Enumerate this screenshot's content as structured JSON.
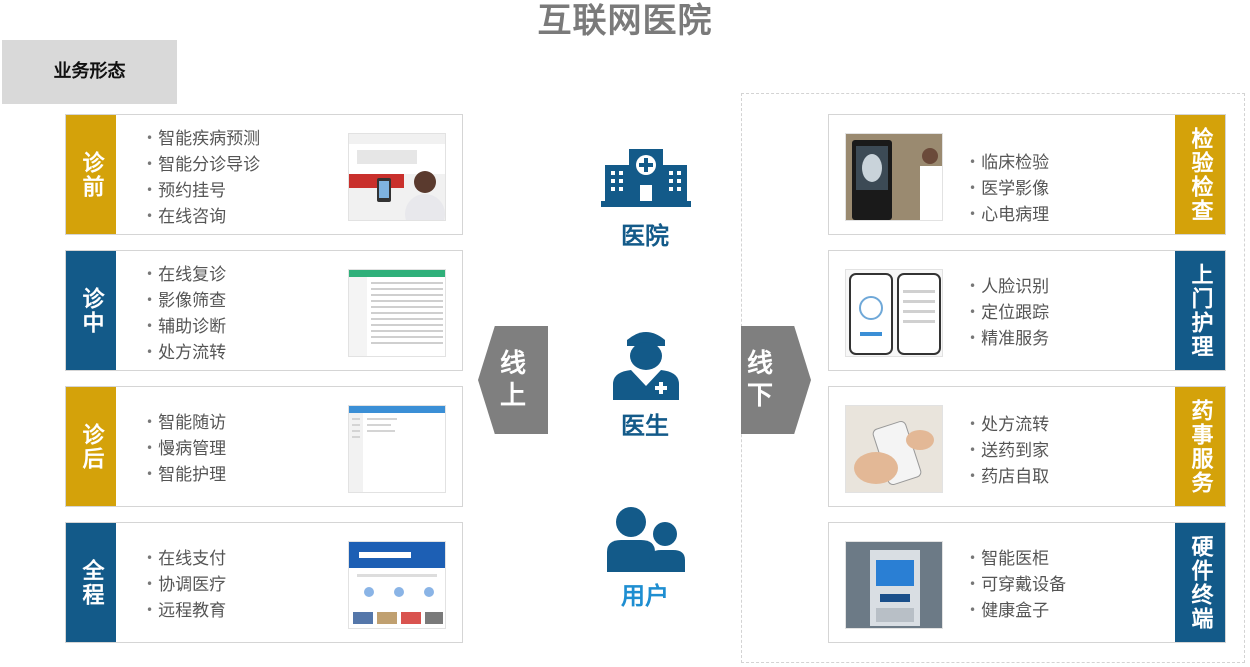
{
  "title": "互联网医院",
  "section_tag": "业务形态",
  "colors": {
    "gold": "#d4a20a",
    "navy": "#135a89",
    "light_blue": "#1e8ed1",
    "chevron_gray": "#7f7f7f"
  },
  "left_cards": [
    {
      "label": "诊前",
      "items": [
        "智能疾病预测",
        "智能分诊导诊",
        "预约挂号",
        "在线咨询"
      ]
    },
    {
      "label": "诊中",
      "items": [
        "在线复诊",
        "影像筛查",
        "辅助诊断",
        "处方流转"
      ]
    },
    {
      "label": "诊后",
      "items": [
        "智能随访",
        "慢病管理",
        "智能护理"
      ]
    },
    {
      "label": "全程",
      "items": [
        "在线支付",
        "协调医疗",
        "远程教育"
      ]
    }
  ],
  "right_cards": [
    {
      "label": "检验检查",
      "items": [
        "临床检验",
        "医学影像",
        "心电病理"
      ]
    },
    {
      "label": "上门护理",
      "items": [
        "人脸识别",
        "定位跟踪",
        "精准服务"
      ]
    },
    {
      "label": "药事服务",
      "items": [
        "处方流转",
        "送药到家",
        "药店自取"
      ]
    },
    {
      "label": "硬件终端",
      "items": [
        "智能医柜",
        "可穿戴设备",
        "健康盒子"
      ]
    }
  ],
  "chevrons": {
    "online": "线上",
    "offline": "线下"
  },
  "center": {
    "hospital": "医院",
    "doctor": "医生",
    "user": "用户"
  }
}
